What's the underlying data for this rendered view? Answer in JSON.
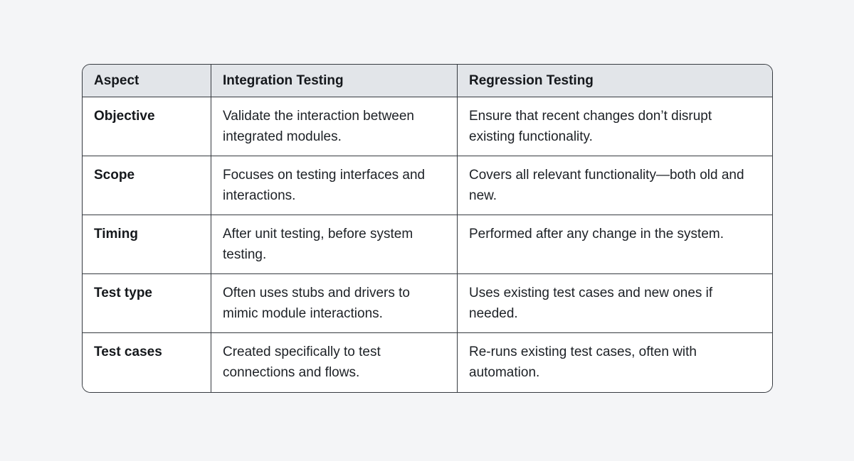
{
  "colors": {
    "page_background": "#f4f5f7",
    "header_background": "#e2e5e9",
    "cell_background": "#ffffff",
    "border": "#363a40",
    "text": "#1d2126"
  },
  "table": {
    "headers": [
      "Aspect",
      "Integration Testing",
      "Regression Testing"
    ],
    "rows": [
      {
        "aspect": "Objective",
        "integration": "Validate the interaction between integrated modules.",
        "regression": "Ensure that recent changes don’t disrupt existing functionality."
      },
      {
        "aspect": "Scope",
        "integration": "Focuses on testing interfaces and interactions.",
        "regression": "Covers all relevant functionality—both old and new."
      },
      {
        "aspect": "Timing",
        "integration": "After unit testing, before system testing.",
        "regression": "Performed after any change in the system."
      },
      {
        "aspect": "Test type",
        "integration": "Often uses stubs and drivers to mimic module interactions.",
        "regression": "Uses existing test cases and new ones if needed."
      },
      {
        "aspect": "Test cases",
        "integration": "Created specifically to test connections and flows.",
        "regression": "Re-runs existing test cases, often with automation."
      }
    ]
  }
}
